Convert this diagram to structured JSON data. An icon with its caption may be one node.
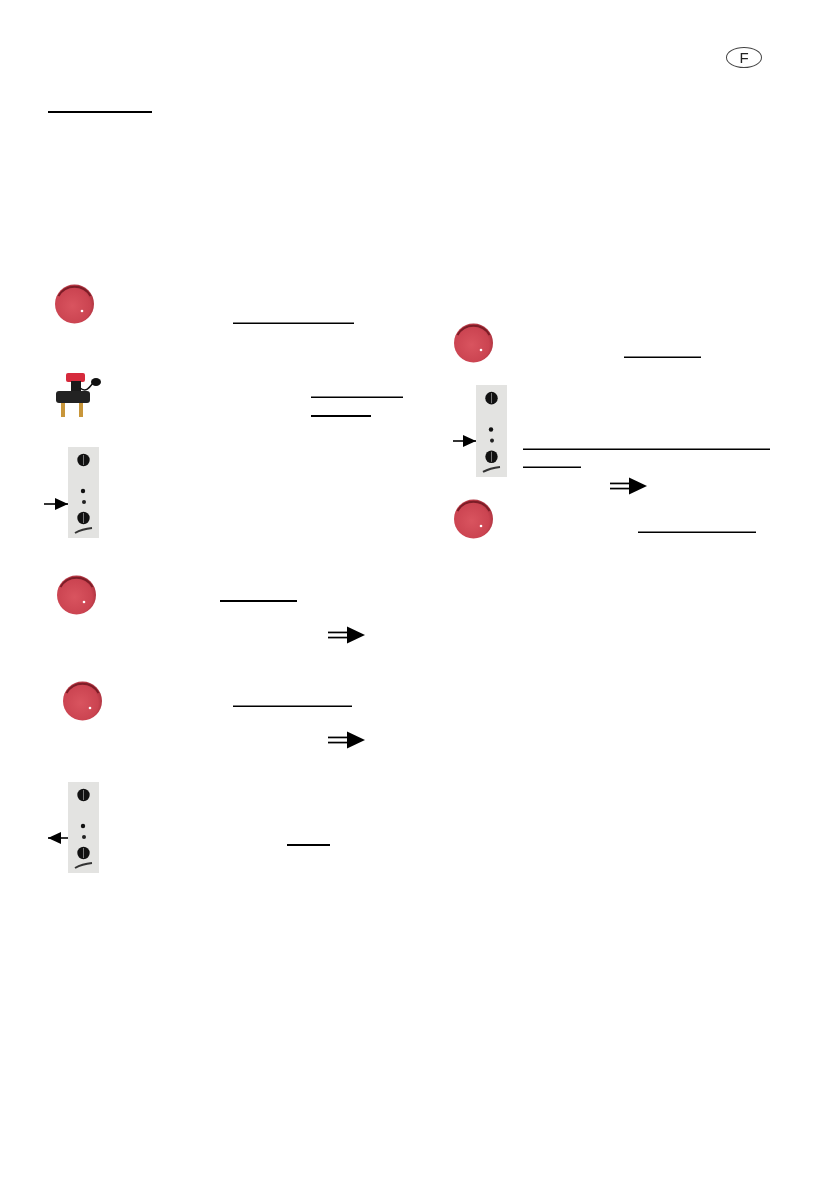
{
  "diagram": {
    "nodes": [
      {
        "text": [
          "F"
        ]
      },
      {
        "text": [],
        "shape": "picture"
      },
      {
        "text": [],
        "shape": "picture"
      },
      {
        "text": [],
        "shape": "picture"
      }
    ],
    "edges": [
      {
        "from": null,
        "to": 1,
        "arrow": "to"
      },
      {
        "from": 2,
        "to": null,
        "arrow": "to"
      },
      {
        "from": null,
        "to": 3,
        "arrow": "to"
      }
    ]
  }
}
